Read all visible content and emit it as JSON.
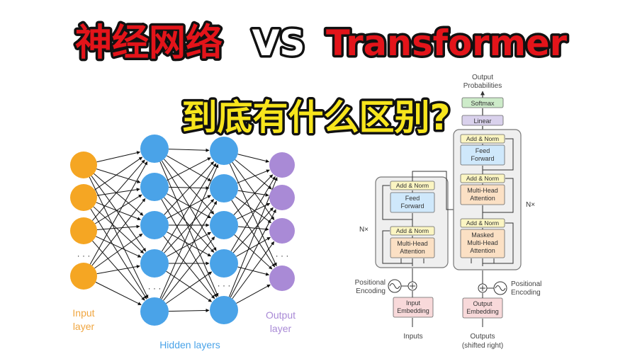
{
  "title": {
    "part1": "神经网络",
    "vs": "VS",
    "part2": "Transformer",
    "subtitle": "到底有什么区别?"
  },
  "colors": {
    "title_red": "#e3141a",
    "subtitle_yellow": "#f7e51c",
    "input_node": "#f5a623",
    "hidden_node": "#4aa3e8",
    "output_node": "#a98ad6",
    "attention_box": "#fbe0c4",
    "ff_box": "#cfe8fb",
    "embed_box": "#f8d9da",
    "addnorm_box": "#fbf5c2",
    "linear_box": "#d9d1ec"
  },
  "neural_net": {
    "input_label": [
      "Input",
      "layer"
    ],
    "output_label": [
      "Output",
      "layer"
    ],
    "hidden_label": "Hidden layers",
    "ellipsis": "· · ·"
  },
  "transformer": {
    "output_probabilities": [
      "Output",
      "Probabilities"
    ],
    "softmax": "Softmax",
    "linear": "Linear",
    "add_norm": "Add & Norm",
    "feed_forward": [
      "Feed",
      "Forward"
    ],
    "multi_head_attention": [
      "Multi-Head",
      "Attention"
    ],
    "masked_multi_head_attention": [
      "Masked",
      "Multi-Head",
      "Attention"
    ],
    "input_embedding": [
      "Input",
      "Embedding"
    ],
    "output_embedding": [
      "Output",
      "Embedding"
    ],
    "positional_encoding": [
      "Positional",
      "Encoding"
    ],
    "nx": "N×",
    "inputs": "Inputs",
    "outputs": [
      "Outputs",
      "(shifted right)"
    ]
  }
}
